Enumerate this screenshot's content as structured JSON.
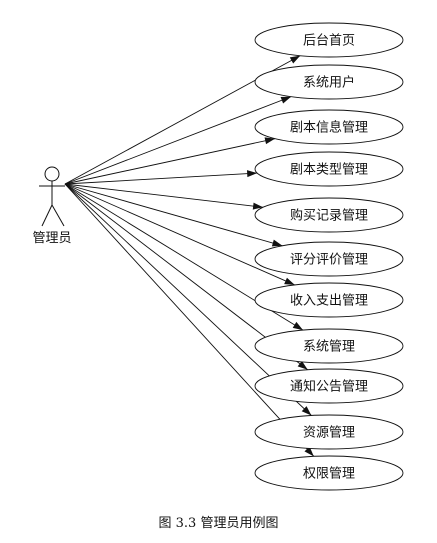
{
  "actor": {
    "label": "管理员"
  },
  "use_cases": [
    {
      "label": "后台首页"
    },
    {
      "label": "系统用户"
    },
    {
      "label": "剧本信息管理"
    },
    {
      "label": "剧本类型管理"
    },
    {
      "label": "购买记录管理"
    },
    {
      "label": "评分评价管理"
    },
    {
      "label": "收入支出管理"
    },
    {
      "label": "系统管理"
    },
    {
      "label": "通知公告管理"
    },
    {
      "label": "资源管理"
    },
    {
      "label": "权限管理"
    }
  ],
  "caption": "图 3.3  管理员用例图",
  "colors": {
    "line": "#111111",
    "background": "#ffffff"
  }
}
